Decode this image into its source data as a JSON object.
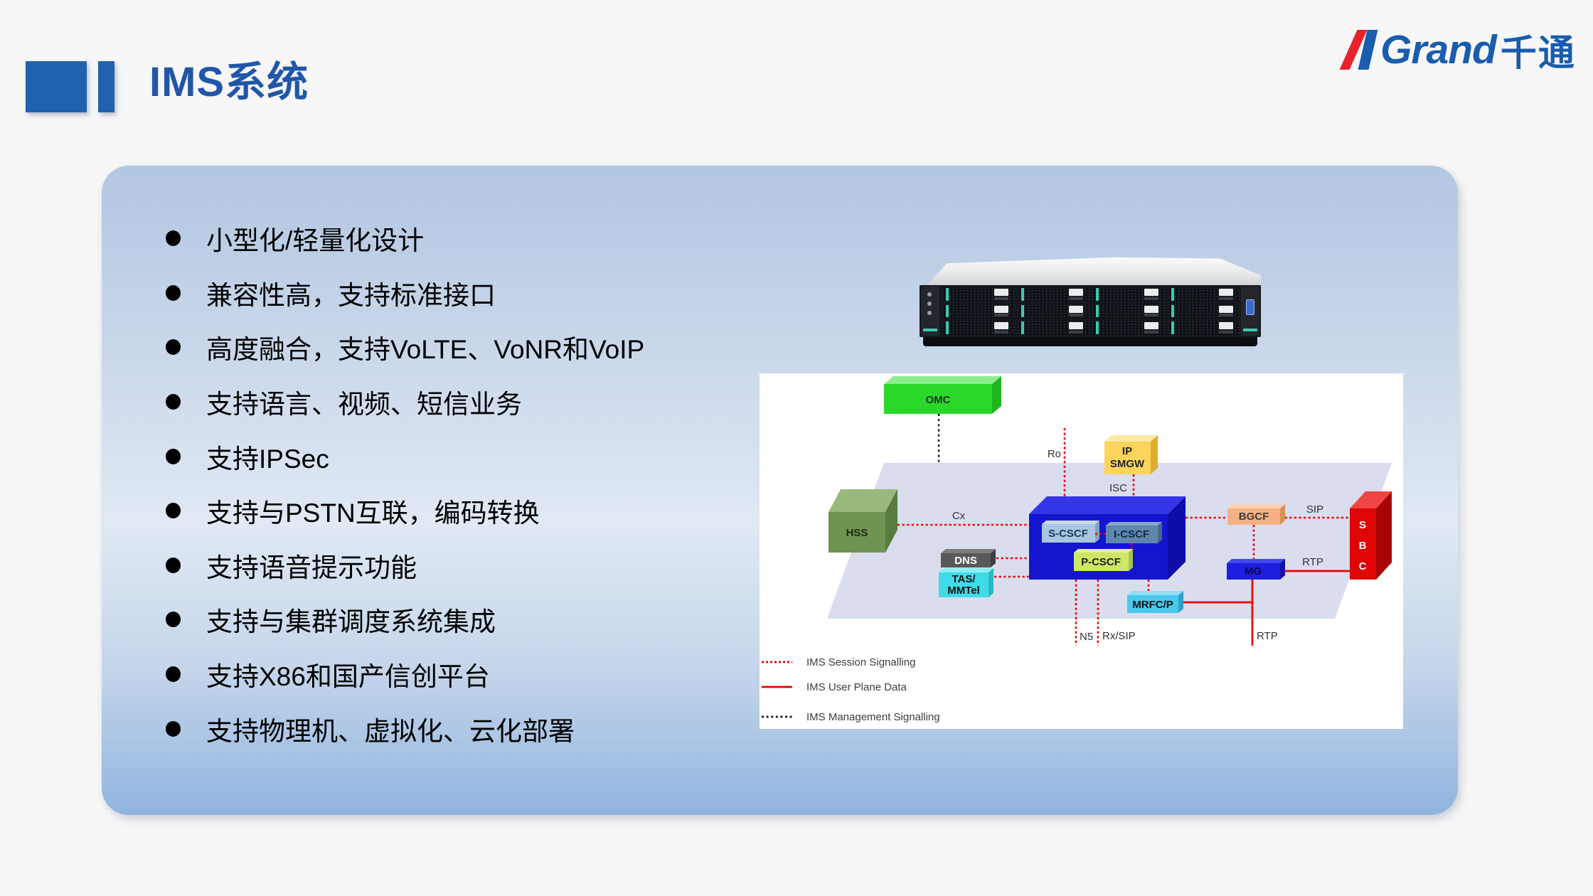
{
  "header": {
    "title": "IMS系统"
  },
  "logo": {
    "grand": "Grand",
    "suffix": "千通",
    "red": "#e8222a",
    "blue": "#1a5cad"
  },
  "features": {
    "items": [
      "小型化/轻量化设计",
      "兼容性高，支持标准接口",
      "高度融合，支持VoLTE、VoNR和VoIP",
      "支持语言、视频、短信业务",
      "支持IPSec",
      "支持与PSTN互联，编码转换",
      "支持语音提示功能",
      "支持与集群调度系统集成",
      "支持X86和国产信创平台",
      "支持物理机、虚拟化、云化部署"
    ]
  },
  "diagram": {
    "nodes": {
      "omc": {
        "label": "OMC",
        "color": "#2ad82a"
      },
      "hss": {
        "label": "HSS",
        "color": "#6f9351"
      },
      "dns": {
        "label": "DNS",
        "color": "#595959"
      },
      "tas": {
        "label1": "TAS/",
        "label2": "MMTel",
        "color": "#40dbe8"
      },
      "ip_smgw": {
        "label1": "IP",
        "label2": "SMGW",
        "color": "#fbd45c"
      },
      "s_cscf": {
        "label": "S-CSCF",
        "color": "#a8c6e2"
      },
      "i_cscf": {
        "label": "I-CSCF",
        "color": "#5e87ae"
      },
      "p_cscf": {
        "label": "P-CSCF",
        "color": "#cde766"
      },
      "bgcf": {
        "label": "BGCF",
        "color": "#f5b183"
      },
      "mg": {
        "label": "MG",
        "color": "#1e1ee0"
      },
      "mrfc": {
        "label": "MRFC/P",
        "color": "#49c8ee"
      },
      "sbc": {
        "l1": "S",
        "l2": "B",
        "l3": "C",
        "color": "#e00505"
      },
      "core": {
        "color": "#1515d0"
      }
    },
    "edge_labels": {
      "ro": "Ro",
      "isc": "ISC",
      "cx": "Cx",
      "sip": "SIP",
      "rtp_upper": "RTP",
      "rtp_lower": "RTP",
      "n5": "N5",
      "rx_sip": "Rx/SIP"
    },
    "legend": [
      {
        "label": "IMS Session Signalling",
        "style": "red-dotted",
        "color": "#f00000"
      },
      {
        "label": "IMS User Plane Data",
        "style": "red-solid",
        "color": "#f00000"
      },
      {
        "label": "IMS Management Signalling",
        "style": "black-dotted",
        "color": "#141414"
      }
    ]
  },
  "colors": {
    "title_blue": "#2156a8",
    "deco_blue": "#1f62ae",
    "box_gradient_top": "#b2c7e2",
    "box_gradient_bottom": "#8fb4de",
    "signal_red": "#f00000",
    "management_black": "#141414",
    "server_teal": "#3cc9b2"
  }
}
